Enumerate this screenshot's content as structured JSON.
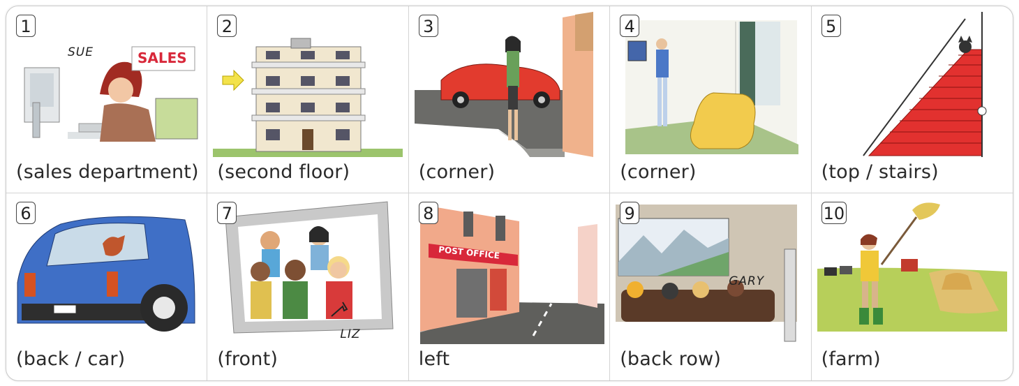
{
  "panels": [
    {
      "number": "1",
      "caption": "(sales department)",
      "label": "SUE",
      "sign": "SALES"
    },
    {
      "number": "2",
      "caption": "(second floor)"
    },
    {
      "number": "3",
      "caption": "(corner)"
    },
    {
      "number": "4",
      "caption": "(corner)"
    },
    {
      "number": "5",
      "caption": "(top / stairs)"
    },
    {
      "number": "6",
      "caption": "(back / car)"
    },
    {
      "number": "7",
      "caption": "(front)",
      "label": "LIZ"
    },
    {
      "number": "8",
      "caption": "left",
      "sign": "POST OFFICE"
    },
    {
      "number": "9",
      "caption": "(back row)",
      "label": "GARY"
    },
    {
      "number": "10",
      "caption": "(farm)"
    }
  ],
  "colors": {
    "border": "#c9c9c9",
    "sign_red": "#d8283a",
    "car_red": "#e23b2e",
    "car_blue": "#3f6fc6",
    "stairs_red": "#e2312f"
  }
}
